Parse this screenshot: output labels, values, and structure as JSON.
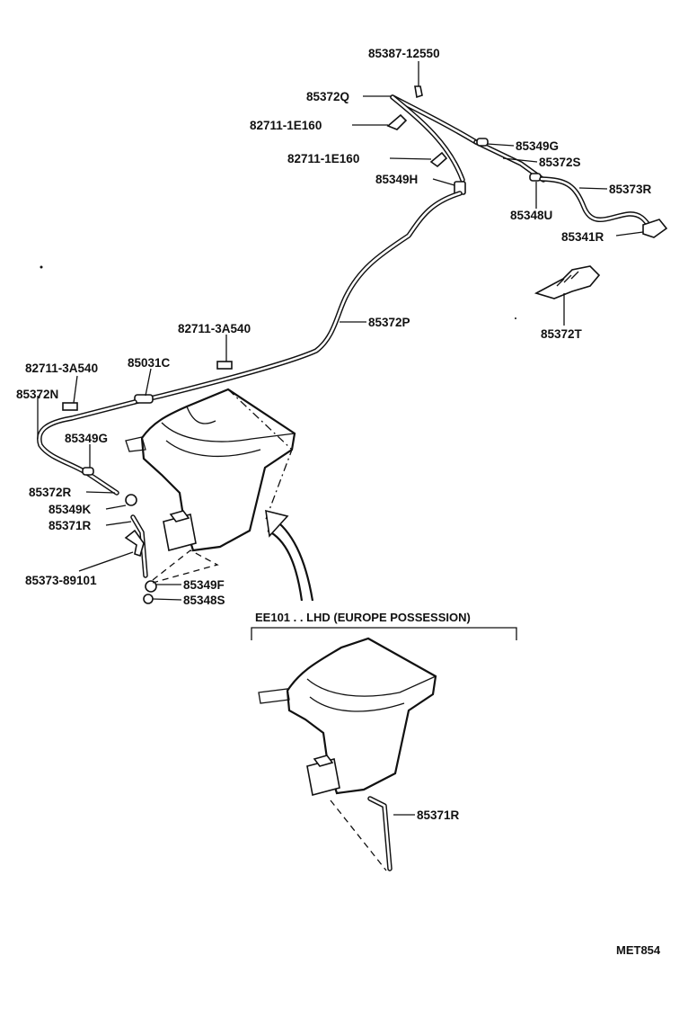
{
  "diagram": {
    "parts": {
      "p85387_12550": "85387-12550",
      "p85372Q": "85372Q",
      "p82711_1E160_a": "82711-1E160",
      "p85349G_a": "85349G",
      "p82711_1E160_b": "82711-1E160",
      "p85372S": "85372S",
      "p85349H": "85349H",
      "p85373R": "85373R",
      "p85348U": "85348U",
      "p85341R": "85341R",
      "p85372T": "85372T",
      "p82711_3A540_a": "82711-3A540",
      "p85372P": "85372P",
      "p82711_3A540_b": "82711-3A540",
      "p85031C": "85031C",
      "p85372N": "85372N",
      "p85349G_b": "85349G",
      "p85372R": "85372R",
      "p85349K": "85349K",
      "p85371R_a": "85371R",
      "p85373_89101": "85373-89101",
      "p85349F": "85349F",
      "p85348S": "85348S",
      "p85371R_b": "85371R"
    },
    "section_title": "EE101 . . LHD (EUROPE POSSESSION)",
    "reference_code": "MET854"
  }
}
